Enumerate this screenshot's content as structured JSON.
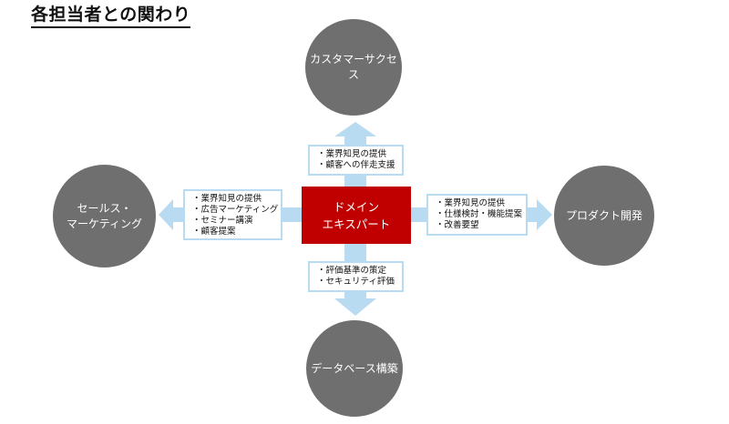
{
  "title": "各担当者との関わり",
  "colors": {
    "circle": "#6f6f6f",
    "center": "#c00000",
    "arrow": "#b8dbf1",
    "box_border": "#b8dbf1"
  },
  "center": {
    "label": "ドメイン\nエキスパート"
  },
  "nodes": {
    "top": {
      "label": "カスタマーサクセス"
    },
    "left": {
      "label": "セールス・\nマーケティング"
    },
    "right": {
      "label": "プロダクト開発"
    },
    "bottom": {
      "label": "データベース構築"
    }
  },
  "boxes": {
    "top": [
      "・業界知見の提供",
      "・顧客への伴走支援"
    ],
    "left": [
      "・業界知見の提供",
      "・広告マーケティング",
      "・セミナー講演",
      "・顧客提案"
    ],
    "right": [
      "・業界知見の提供",
      "・仕様検討・機能提案",
      "・改善要望"
    ],
    "bottom": [
      "・評価基準の策定",
      "・セキュリティ評価"
    ]
  }
}
